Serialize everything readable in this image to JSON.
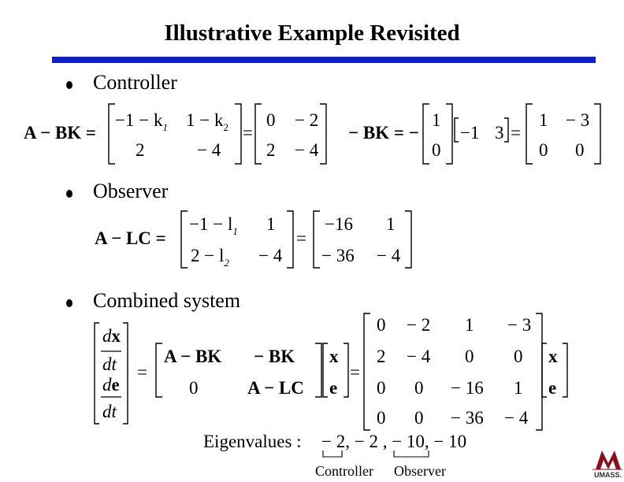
{
  "title": "Illustrative Example Revisited",
  "bullets": [
    "Controller",
    "Observer",
    "Combined system"
  ],
  "controller": {
    "lhs": "A − BK =",
    "m1": [
      "−1 − k",
      "1",
      "1 − k",
      "2",
      "2",
      "− 4"
    ],
    "eq": "=",
    "m2": [
      "0",
      "− 2",
      "2",
      "− 4"
    ],
    "bk_lhs": "− BK = −",
    "col": [
      "1",
      "0"
    ],
    "row": [
      "−1",
      "3"
    ],
    "eq2": "=",
    "m3": [
      "1",
      "− 3",
      "0",
      "0"
    ]
  },
  "observer": {
    "lhs": "A − LC =",
    "m1": [
      "−1 − l",
      "1",
      "1",
      "2 − l",
      "2",
      "− 4"
    ],
    "eq": "=",
    "m2": [
      "−16",
      "1",
      "− 36",
      "− 4"
    ]
  },
  "combined": {
    "dx_num": "d",
    "dx_var": "x",
    "dt": "dt",
    "de_num": "d",
    "de_var": "e",
    "eq": "=",
    "block": [
      "A − BK",
      "− BK",
      "0",
      "A − LC"
    ],
    "vec": [
      "x",
      "e"
    ],
    "eq2": "=",
    "big": [
      [
        "0",
        "− 2",
        "1",
        "− 3"
      ],
      [
        "2",
        "− 4",
        "0",
        "0"
      ],
      [
        "0",
        "0",
        "− 16",
        "1"
      ],
      [
        "0",
        "0",
        "− 36",
        "− 4"
      ]
    ],
    "vec2": [
      "x",
      "e"
    ]
  },
  "eigen": {
    "label": "Eigenvalues :",
    "values": "− 2, − 2 , − 10, − 10",
    "controller": "Controller",
    "observer": "Observer"
  },
  "logo": {
    "text": "UMASS."
  }
}
